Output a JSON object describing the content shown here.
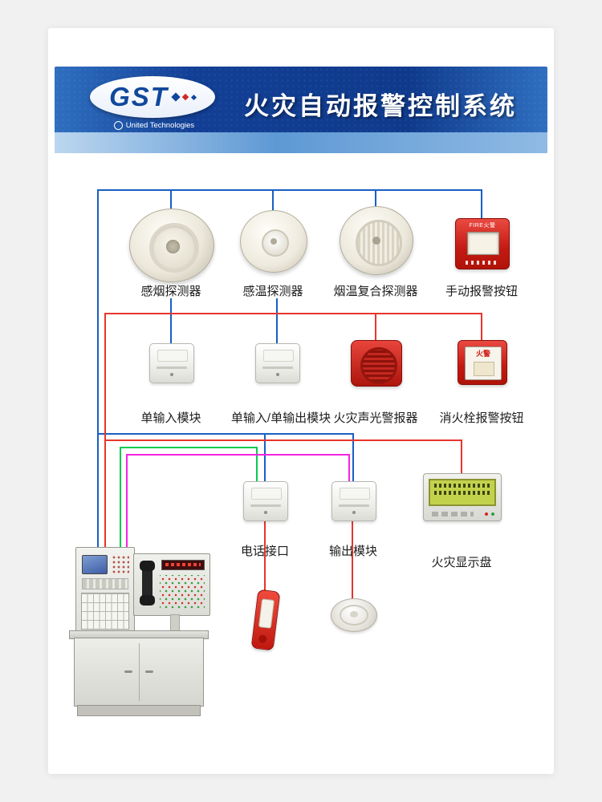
{
  "header": {
    "logo_text": "GST",
    "logo_subtext": "United Technologies",
    "title": "火灾自动报警控制系统"
  },
  "colors": {
    "wire_blue": "#1a5fc4",
    "wire_red": "#e8352b",
    "wire_green": "#0ac94f",
    "wire_magenta": "#f524e2"
  },
  "devices": {
    "smoke_detector": {
      "label": "感烟探测器"
    },
    "heat_detector": {
      "label": "感温探测器"
    },
    "combo_detector": {
      "label": "烟温复合探测器"
    },
    "manual_call_point": {
      "label": "手动报警按钮",
      "badge": "FIRE火警"
    },
    "input_module": {
      "label": "单输入模块"
    },
    "io_module": {
      "label": "单输入/单输出模块"
    },
    "sounder_strobe": {
      "label": "火灾声光警报器"
    },
    "hydrant_button": {
      "label": "消火栓报警按钮",
      "badge": "火警"
    },
    "phone_jack": {
      "label": "电话接口"
    },
    "output_module": {
      "label": "输出模块"
    },
    "display_panel": {
      "label": "火灾显示盘"
    }
  }
}
